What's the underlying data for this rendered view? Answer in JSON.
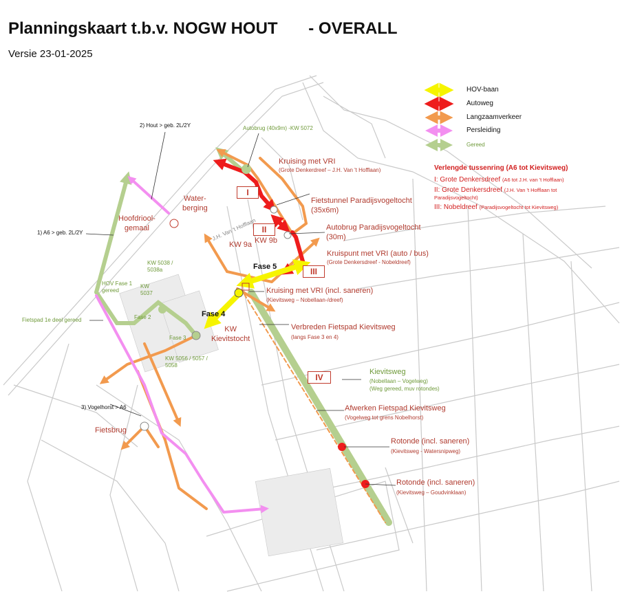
{
  "title": "Planningskaart t.b.v. NOGW HOUT",
  "title_suffix": "- OVERALL",
  "version": "Versie 23-01-2025",
  "legend": [
    {
      "label": "HOV-baan",
      "color": "#f6f400"
    },
    {
      "label": "Autoweg",
      "color": "#ee1c1c"
    },
    {
      "label": "Langzaamverkeer",
      "color": "#f29a4e"
    },
    {
      "label": "Persleiding",
      "color": "#f38ff0"
    },
    {
      "label": "Gereed",
      "color": "#b5cf8f"
    }
  ],
  "ring": {
    "heading": "Verlengde tussenring (A6 tot Kievitsweg)",
    "items": [
      {
        "main": "I: Grote Denkersdreef",
        "detail": "(A6 tot J.H. van 't Hofflaan)"
      },
      {
        "main": "II: Grote Denkersdreef",
        "detail": "(J.H. Van 't Hofflaan tot Paradijsvogeltocht)"
      },
      {
        "main": "III: Nobeldreef",
        "detail": "(Paradijsvogeltocht tot Kievitsweg)"
      }
    ]
  },
  "labels": {
    "hout_geb": "2) Hout > geb. 2L/2Y",
    "a6_geb": "1) A6 > geb. 2L/2Y",
    "vogelhorst": "3) Vogelhorst > A6",
    "autobrug_kw5072": "Autobrug (40x9m) -KW 5072",
    "kruising_vri_1": "Kruising met VRI",
    "kruising_vri_1_sub": "(Grote Denkerdreef – J.H. Van 't Hofflaan)",
    "waterberging": "Water-\nberging",
    "hoofdriool": "Hoofdriool-\ngemaal",
    "fietstunnel": "Fietstunnel Paradijsvogeltocht\n(35x6m)",
    "autobrug_para": "Autobrug Paradijsvogeltocht\n(30m)",
    "kruispunt_vri": "Kruispunt met VRI (auto / bus)",
    "kruispunt_vri_sub": "(Grote Denkersdreef - Nobeldreef)",
    "kruising_vri_2": "Kruising met VRI (incl. saneren)",
    "kruising_vri_2_sub": "(Kievitsweg – Nobellaan-/dreef)",
    "verbreden": "Verbreden Fietspad Kievitsweg",
    "verbreden_sub": "(langs Fase 3 en 4)",
    "kw9a": "KW 9a",
    "kw9b": "KW 9b",
    "fase5": "Fase 5",
    "fase4": "Fase 4",
    "kw_kievitstocht": "KW\nKievitstocht",
    "jh_hofflaan": "J.H. Van 't Hofflaan",
    "kw5038": "KW 5038 /\n5038a",
    "kw5037": "KW\n5037",
    "hov_fase1": "HOV Fase 1\ngereed",
    "fase2": "Fase 2",
    "fase3": "Fase 3",
    "kw5056": "KW 5056 / 5057 /\n5058",
    "fietspad_1e": "Fietspad 1e deel gereed",
    "fietsbrug": "Fietsbrug",
    "kievitsweg": "Kievitsweg",
    "kievitsweg_sub": "(Nobellaan – Vogelweg)\n(Weg gereed, muv rotondes)",
    "afwerken": "Afwerken Fietspad Kievitsweg",
    "afwerken_sub": "(Vogelweg tot grens Nobelhorst)",
    "rotonde1": "Rotonde (incl. saneren)",
    "rotonde1_sub": "(Kievitsweg - Watersnipweg)",
    "rotonde2": "Rotonde (incl. saneren)",
    "rotonde2_sub": "(Kievitsweg – Goudvinklaan)"
  },
  "romans": {
    "i": "I",
    "ii": "II",
    "iii": "III",
    "iv": "IV"
  }
}
